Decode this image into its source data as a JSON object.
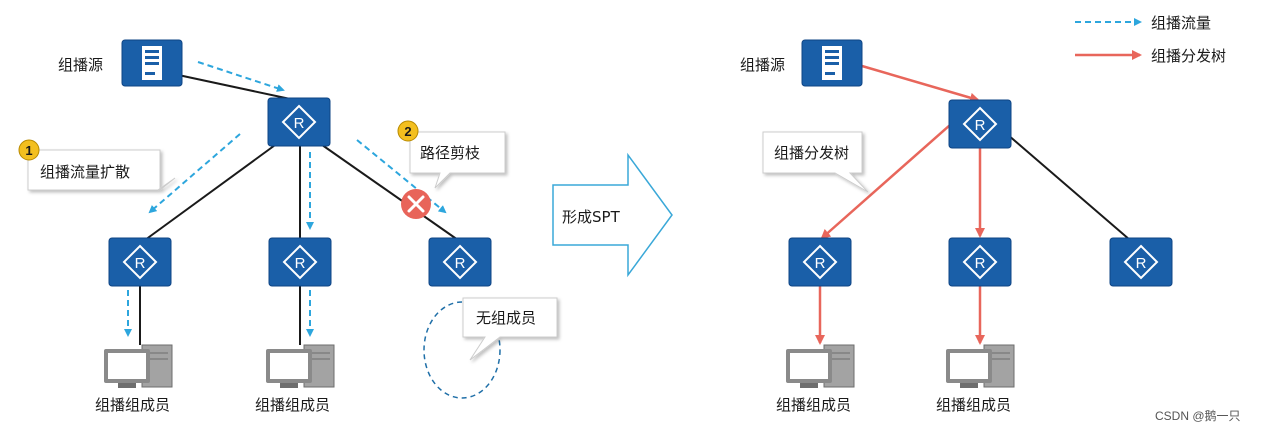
{
  "colors": {
    "router": "#1a5fa8",
    "router_border": "#0f4585",
    "traffic": "#2da6dd",
    "tree": "#e8665b",
    "link": "#1a1a1a",
    "prune_x": "#e8645a",
    "badge": "#f3bf1f",
    "arrow_fill": "#ffffff",
    "arrow_stroke": "#3aa8d8",
    "pc_gray": "#8a8a8a"
  },
  "left": {
    "source_label": "组播源",
    "callout_flood": "组播流量扩散",
    "callout_prune": "路径剪枝",
    "callout_no_member": "无组成员",
    "badge_1": "1",
    "badge_2": "2",
    "member_labels": [
      "组播组成员",
      "组播组成员"
    ],
    "router_glyph": "R"
  },
  "arrow_label": "形成SPT",
  "right": {
    "source_label": "组播源",
    "callout_tree": "组播分发树",
    "member_labels": [
      "组播组成员",
      "组播组成员"
    ],
    "router_glyph": "R"
  },
  "legend": {
    "traffic_label": "组播流量",
    "tree_label": "组播分发树"
  },
  "watermark": "CSDN @鹅一只"
}
